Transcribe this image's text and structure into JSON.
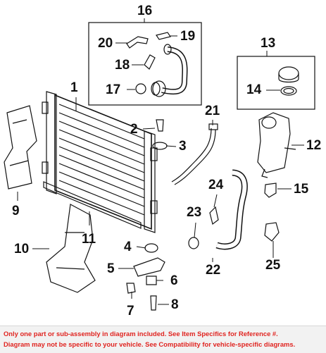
{
  "callouts": {
    "c1": "1",
    "c2": "2",
    "c3": "3",
    "c4": "4",
    "c5": "5",
    "c6": "6",
    "c7": "7",
    "c8": "8",
    "c9": "9",
    "c10": "10",
    "c11": "11",
    "c12": "12",
    "c13": "13",
    "c14": "14",
    "c15": "15",
    "c16": "16",
    "c17": "17",
    "c18": "18",
    "c19": "19",
    "c20": "20",
    "c21": "21",
    "c22": "22",
    "c23": "23",
    "c24": "24",
    "c25": "25"
  },
  "footer": {
    "line1": "Only one part or sub-assembly in diagram included. See Item Specifics for Reference #.",
    "line2": "Diagram may not be specific to your vehicle. See Compatibility for vehicle-specific diagrams."
  },
  "colors": {
    "note_text": "#e02420",
    "line_art": "#111111"
  }
}
